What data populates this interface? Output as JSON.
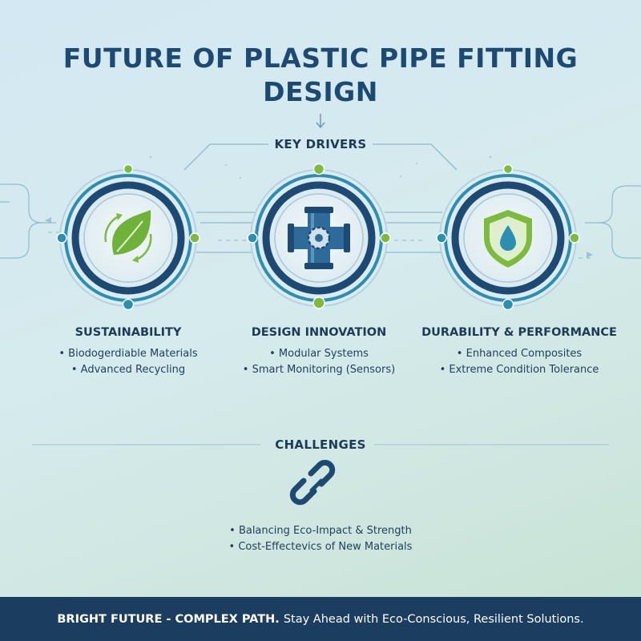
{
  "title": {
    "line1": "FUTURE OF PLASTIC PIPE FITTING",
    "line2": "DESIGN"
  },
  "key_drivers": {
    "label": "KEY DRIVERS",
    "cards": [
      {
        "icon": "leaf-recycle-icon",
        "heading": "SUSTAINABILITY",
        "bullets": [
          "Biodogerdiable Materials",
          "Advanced Recycling"
        ]
      },
      {
        "icon": "pipe-gear-icon",
        "heading": "DESIGN INNOVATION",
        "bullets": [
          "Modular Systems",
          "Smart Monitoring (Sensors)"
        ]
      },
      {
        "icon": "shield-drop-icon",
        "heading": "DURABILITY & PERFORMANCE",
        "bullets": [
          "Enhanced Composites",
          "Extreme Condition Tolerance"
        ]
      }
    ]
  },
  "challenges": {
    "label": "CHALLENGES",
    "icon": "chain-link-icon",
    "bullets": [
      "Balancing Eco-Impact & Strength",
      "Cost-Effectevics of New Materials"
    ]
  },
  "footer": {
    "bold": "BRIGHT FUTURE - COMPLEX PATH.",
    "rest": "Stay Ahead with Eco-Conscious, Resilient Solutions."
  },
  "colors": {
    "navy": "#1c4a73",
    "teal": "#2a8fb0",
    "green": "#7dbb3f",
    "footer_bg": "#1b3d5f"
  }
}
